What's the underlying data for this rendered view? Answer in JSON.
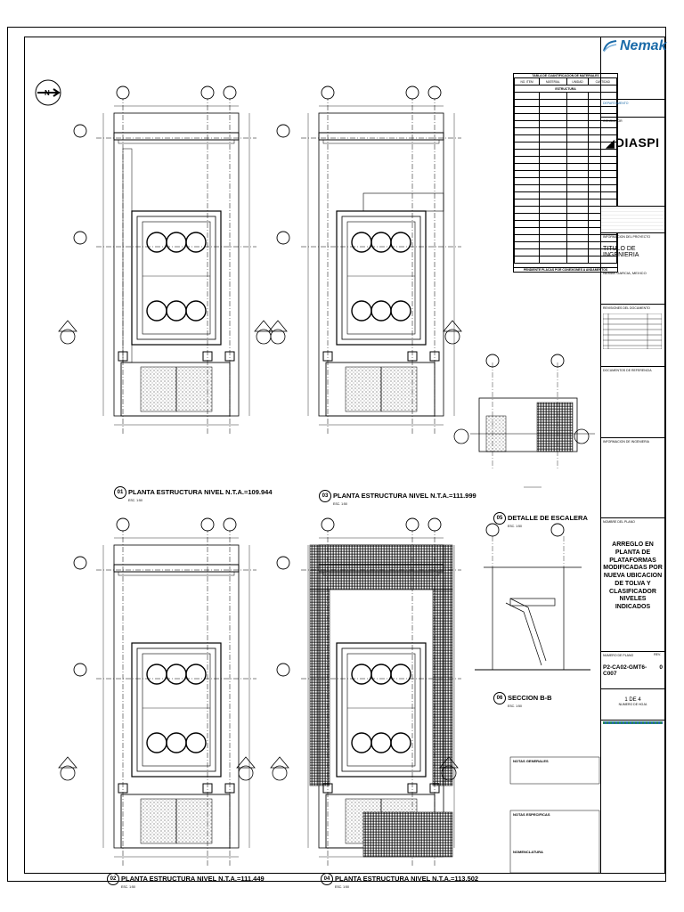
{
  "title_block": {
    "company": "Nemak",
    "company_address": "",
    "department_label": "DEPARTAMENTO",
    "consultant_label": "CONSULTOR",
    "consultant_name": "DIASPI",
    "project_info_label": "INFORMACION DEL PROYECTO",
    "project_title": "TITULO DE INGENIERIA",
    "project_location": "NEMAK GARCIA, MEXICO",
    "revisions_label": "REVISIONES DEL DOCUMENTO",
    "reference_docs_label": "DOCUMENTOS DE REFERENCIA",
    "engineering_info_label": "INFORMACION DE INGENIERIA",
    "plan_name_label": "NOMBRE DEL PLANO",
    "plan_name": "ARREGLO EN PLANTA DE PLATAFORMAS MODIFICADAS POR NUEVA UBICACION DE TOLVA Y CLASIFICADOR NIVELES INDICADOS",
    "plan_number_label": "NUMERO DE PLANO",
    "rev_label": "REV.",
    "plan_number": "P2-CA02-GMT6-C007",
    "rev": "0",
    "sheet": "1 DE 4",
    "sheet_label": "NUMERO DE HOJA"
  },
  "materials_table": {
    "title": "TABLA DE CUANTIFICACION DE MATERIALES",
    "headers": [
      "NO. ITEM",
      "MATERIAL",
      "UNIDAD",
      "CANTIDAD"
    ],
    "section": "ESTRUCTURA",
    "footer": "PENDIENTE PLACAS POR CONEXIONES A ANDAMENTOS"
  },
  "plans": [
    {
      "num": "01",
      "title": "PLANTA ESTRUCTURA NIVEL N.T.A.=109.944",
      "sub": "ESC. 1:50"
    },
    {
      "num": "03",
      "title": "PLANTA ESTRUCTURA NIVEL N.T.A.=111.999",
      "sub": "ESC. 1:50"
    },
    {
      "num": "05",
      "title": "DETALLE DE ESCALERA",
      "sub": "ESC. 1:50"
    },
    {
      "num": "02",
      "title": "PLANTA ESTRUCTURA NIVEL N.T.A.=111.449",
      "sub": "ESC. 1:50"
    },
    {
      "num": "04",
      "title": "PLANTA ESTRUCTURA NIVEL N.T.A.=113.502",
      "sub": "ESC. 1:50"
    },
    {
      "num": "06",
      "title": "SECCION B-B",
      "sub": "ESC. 1:50"
    }
  ],
  "notes": {
    "general_title": "NOTAS GENERALES",
    "specific_title": "NOTAS ESPECIFICAS",
    "nomenclature_title": "NOMENCLATURA"
  }
}
